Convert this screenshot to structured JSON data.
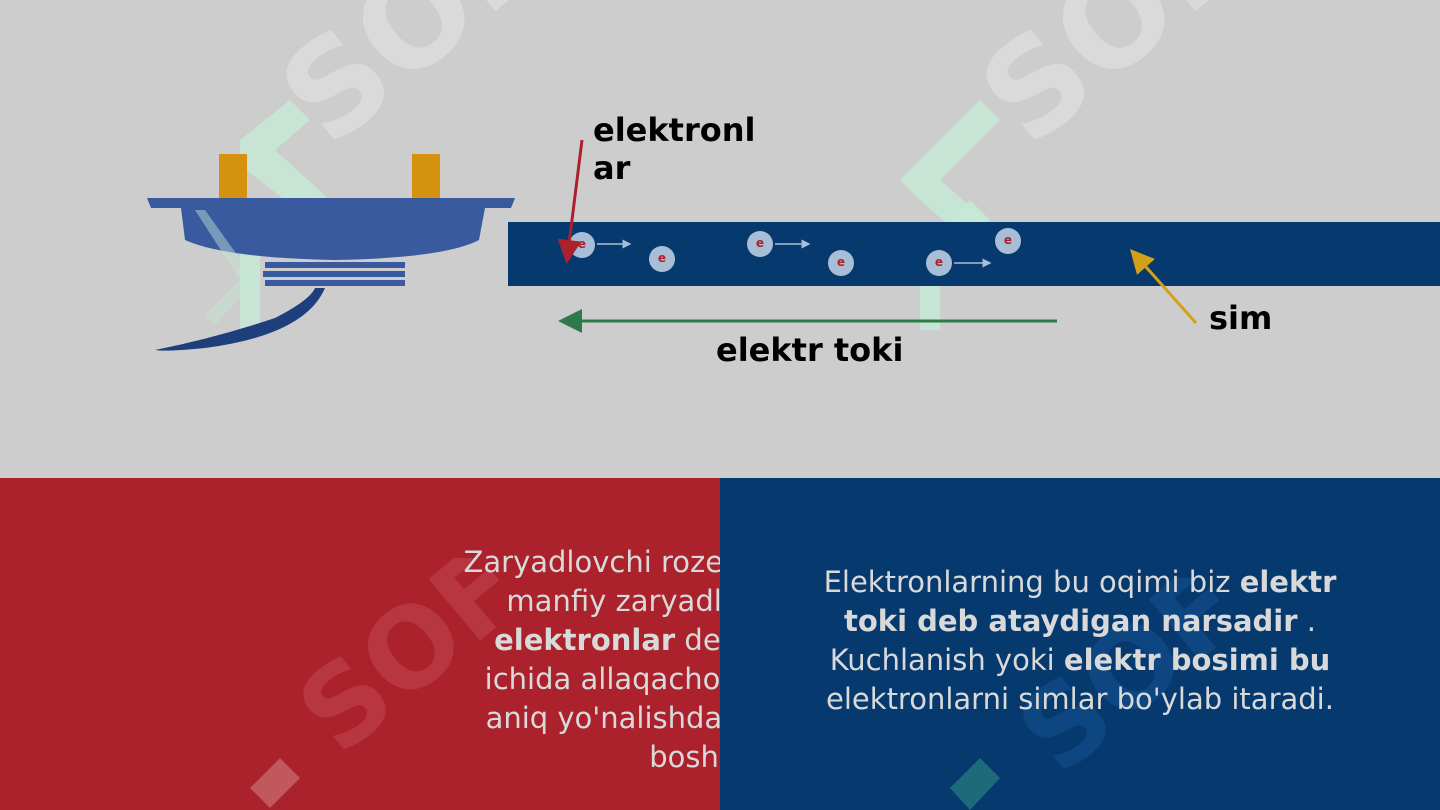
{
  "diagram": {
    "label_electrons": "elektronlar",
    "label_current": "elektr toki",
    "label_wire": "sim",
    "electron_symbol": "e",
    "colors": {
      "wire": "#063a6f",
      "electron_arrow": "#ab212c",
      "current_arrow": "#2e7a4b",
      "wire_arrow": "#d4a017",
      "plug_body": "#3a5aa0",
      "plug_pins": "#d4920f"
    }
  },
  "left_panel": {
    "line1": "Zaryadlovchi rozetkaga ulanganda,",
    "line2": "manfiy zaryadlangan zarralar",
    "line3_bold": "elektronlar",
    "line3_rest": " deb ataladi simlar",
    "line4": "ichida allaqachon mavjud, bir xil",
    "line5": "aniq yo'nalishda harakat qilishni",
    "line6": "boshlang.",
    "background": "#ab212c"
  },
  "right_panel": {
    "seg1": "Elektronlarning bu oqimi biz ",
    "seg2_bold": "elektr",
    "seg3_bold": "toki deb ataydigan narsadir",
    "seg4": " .",
    "seg5": "Kuchlanish yoki ",
    "seg6_bold": "elektr bosimi bu",
    "seg7": "elektronlarni simlar bo'ylab itaradi.",
    "background": "#063a6f"
  },
  "watermark": {
    "text": "SOF"
  }
}
